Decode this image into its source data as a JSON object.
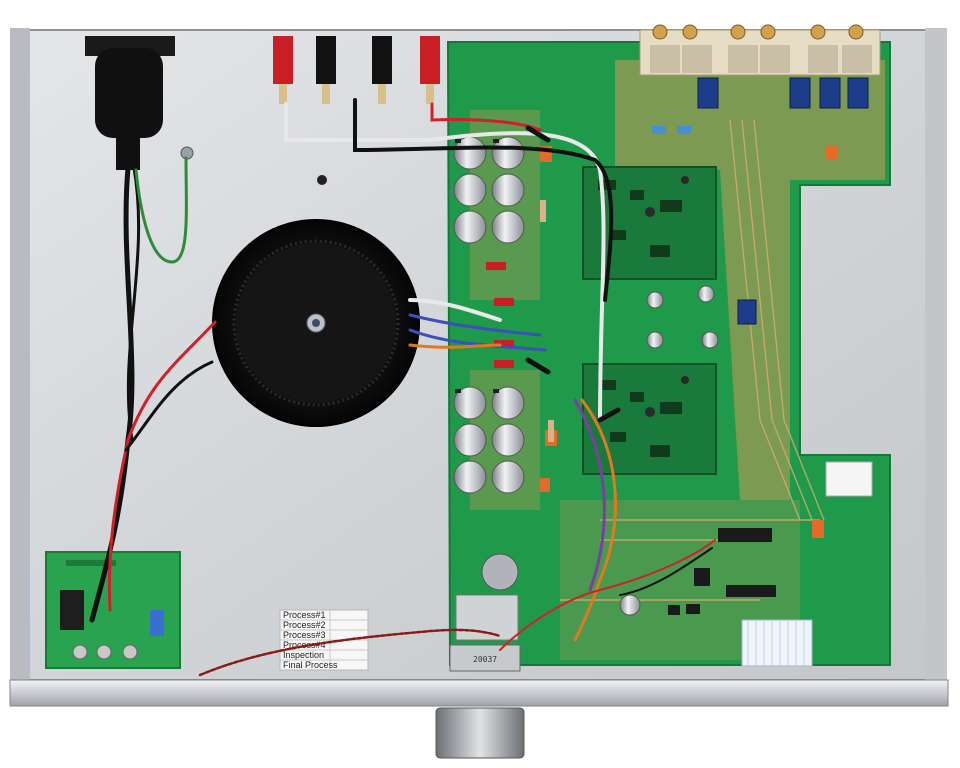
{
  "process_sheet": {
    "rows": [
      "Process#1",
      "Process#2",
      "Process#3",
      "Process#4",
      "Inspection",
      "Final Process"
    ]
  },
  "serial_label": {
    "text": "20037"
  },
  "colors": {
    "chassis": "#d4d6d9",
    "pcb": "#1f9a4a",
    "pcb_trace": "#c99a5a",
    "wire_red": "#d0202a",
    "wire_black": "#141414",
    "wire_green": "#2e8b3a",
    "transformer": "#141414"
  }
}
